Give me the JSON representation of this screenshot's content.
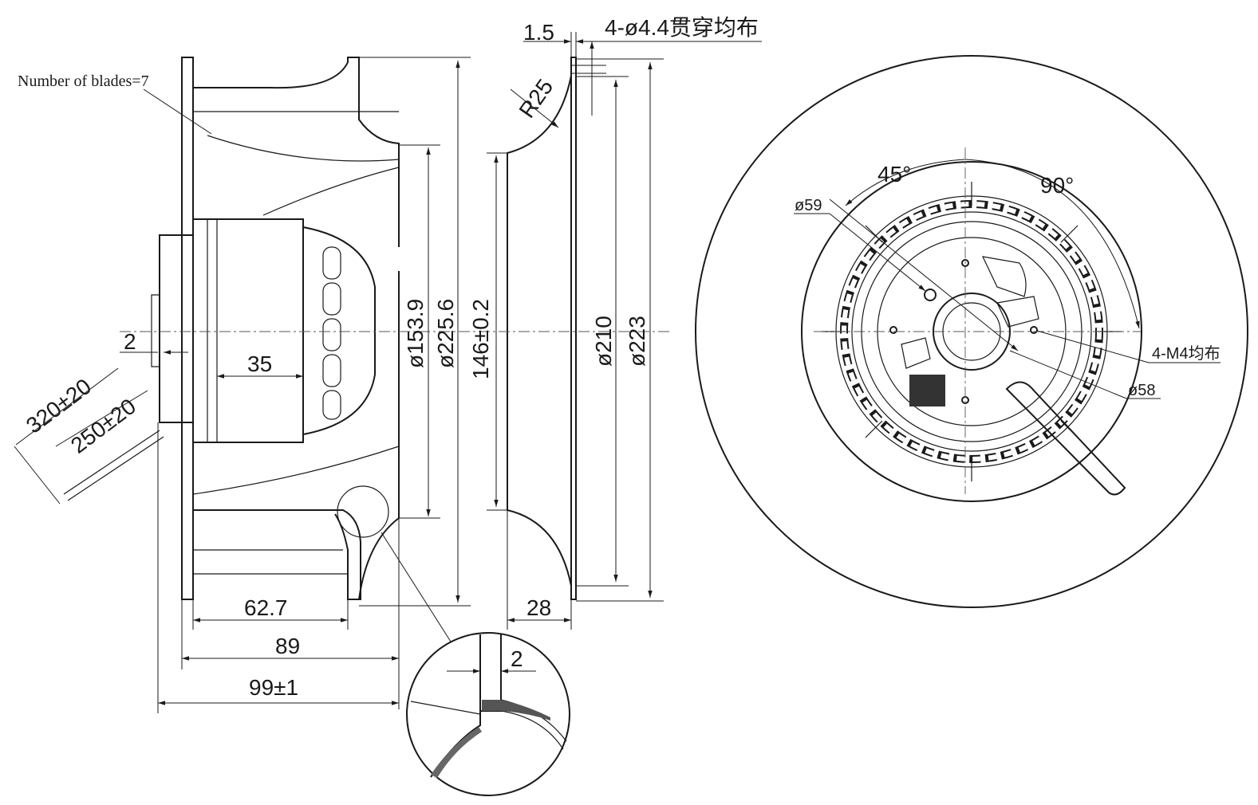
{
  "labels": {
    "blades": "Number of blades=7",
    "holes_top": "4-ø4.4贯穿均布",
    "r25": "R25",
    "d153": "ø153.9",
    "d225": "ø225.6",
    "h146": "146±0.2",
    "d210": "ø210",
    "d223": "ø223",
    "w1_5": "1.5",
    "w2_left": "2",
    "w35": "35",
    "w62": "62.7",
    "w89": "89",
    "w99": "99±1",
    "w28": "28",
    "w2_detail": "2",
    "lead320": "320±20",
    "lead250": "250±20",
    "a45": "45°",
    "a90": "90°",
    "d59": "ø59",
    "m4": "4-M4均布",
    "d58": "ø58"
  }
}
